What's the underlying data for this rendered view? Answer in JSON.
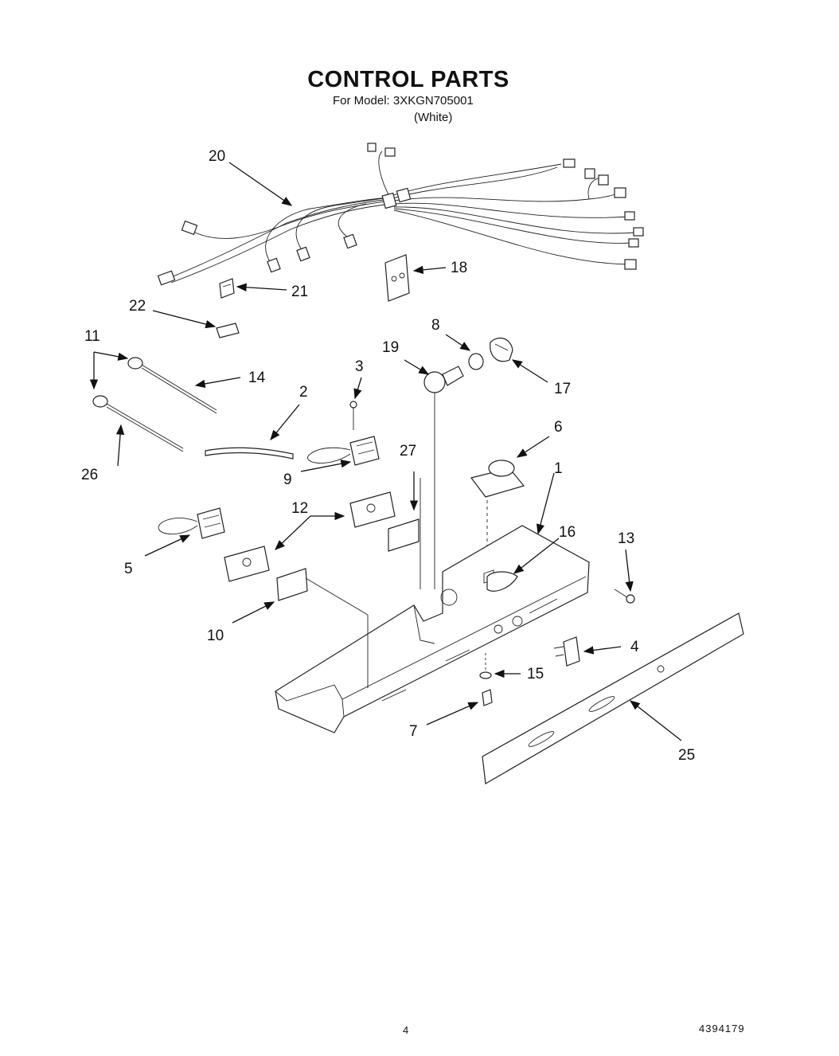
{
  "header": {
    "title": "CONTROL PARTS",
    "model_line": "For Model: 3XKGN705001",
    "color_line": "(White)"
  },
  "callouts": {
    "c1": "1",
    "c2": "2",
    "c3": "3",
    "c4": "4",
    "c5": "5",
    "c6": "6",
    "c7": "7",
    "c8": "8",
    "c9": "9",
    "c10": "10",
    "c11": "11",
    "c12": "12",
    "c13": "13",
    "c14": "14",
    "c15": "15",
    "c16": "16",
    "c17": "17",
    "c18": "18",
    "c19": "19",
    "c20": "20",
    "c21": "21",
    "c22": "22",
    "c25": "25",
    "c26": "26",
    "c27": "27"
  },
  "footer": {
    "page_number": "4",
    "document_number": "4394179"
  }
}
